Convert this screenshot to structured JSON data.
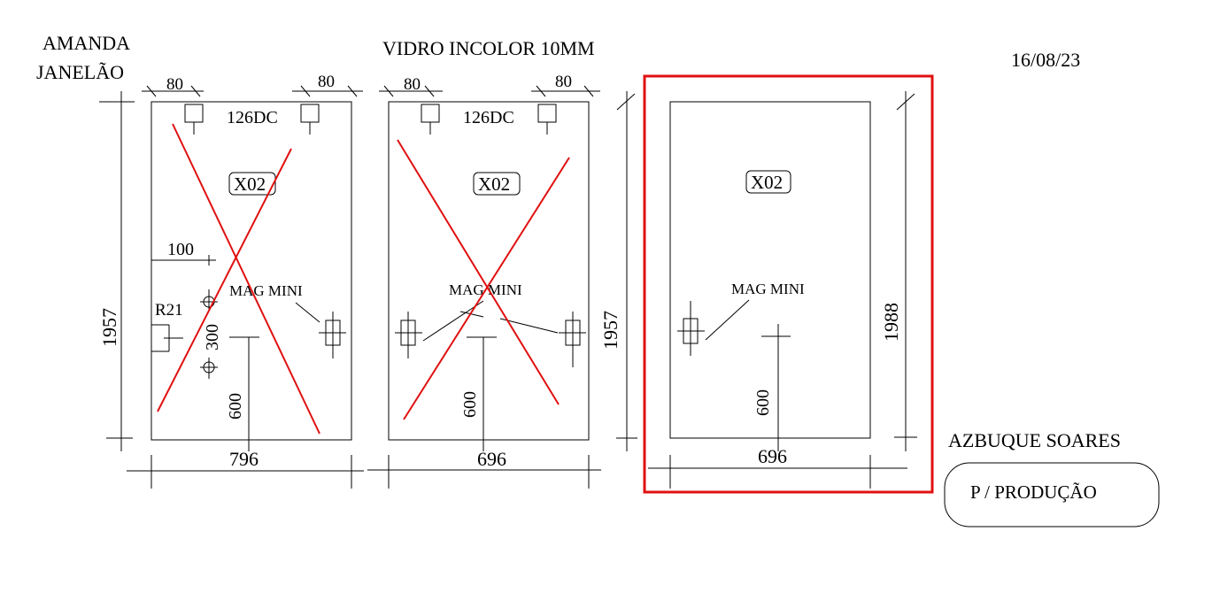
{
  "header": {
    "client": "AMANDA",
    "item": "JANELÃO",
    "glass": "VIDRO INCOLOR 10MM",
    "date": "16/08/23"
  },
  "panels": [
    {
      "top_left_dim": "80",
      "top_right_dim": "80",
      "hardware": "126DC",
      "code": "X02",
      "offset_label": "100",
      "radius_label": "R21",
      "hole_spacing": "300",
      "handle_label": "MAG MINI",
      "height_from_bottom": "600",
      "height": "1957",
      "width": "796",
      "crossed_out": true
    },
    {
      "top_left_dim": "80",
      "top_right_dim": "80",
      "hardware": "126DC",
      "code": "X02",
      "handle_label": "MAG MINI",
      "height_from_bottom": "600",
      "height": "1957",
      "width": "696",
      "crossed_out": true
    },
    {
      "code": "X02",
      "handle_label": "MAG MINI",
      "height_from_bottom": "600",
      "height": "1988",
      "width": "696",
      "crossed_out": false,
      "highlighted": true
    }
  ],
  "footer": {
    "customer": "AZBUQUE SOARES",
    "destination": "P / PRODUÇÃO"
  },
  "colors": {
    "markup": "#e01010",
    "ink": "#000000"
  }
}
